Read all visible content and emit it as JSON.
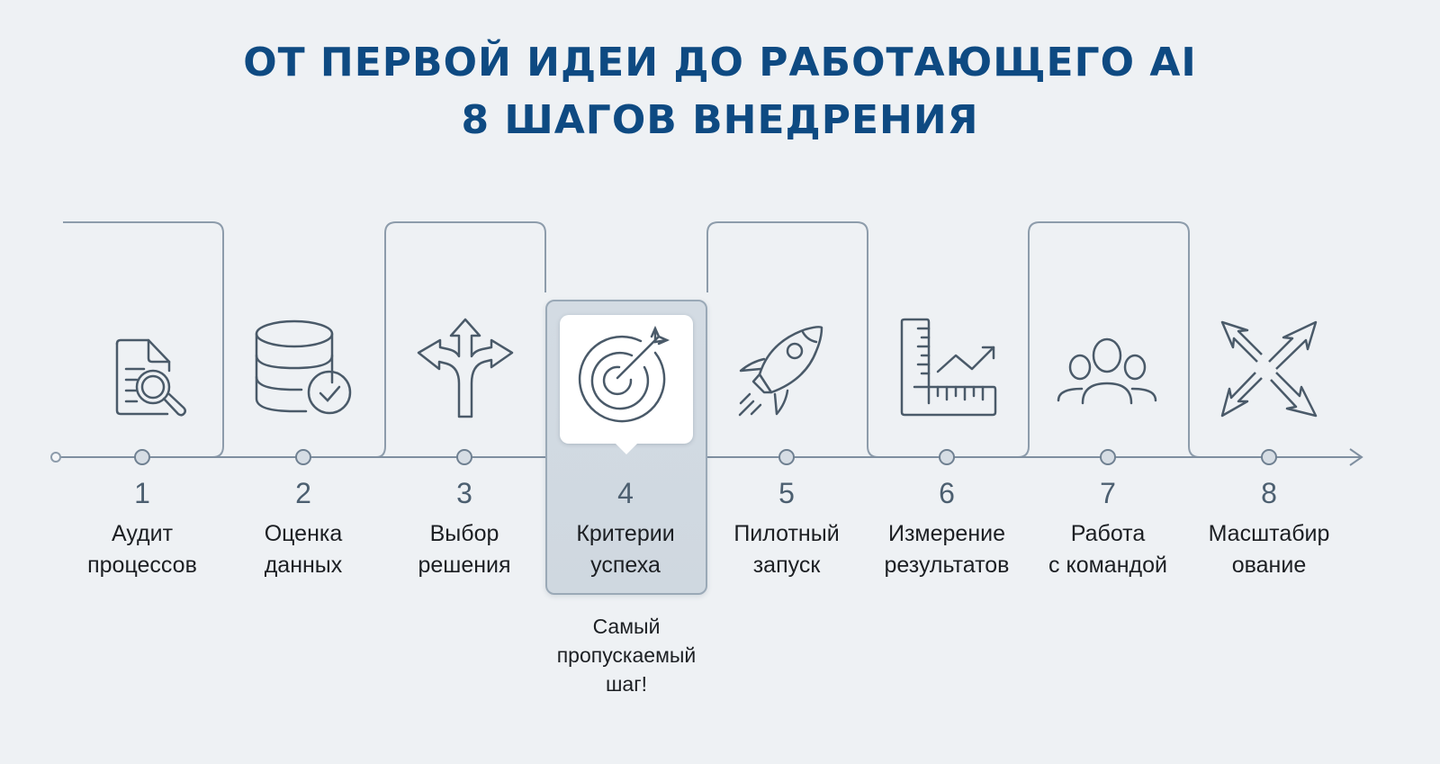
{
  "title": {
    "line1": "ОТ ПЕРВОЙ ИДЕИ ДО РАБОТАЮЩЕГО AI",
    "line2": "8 ШАГОВ ВНЕДРЕНИЯ"
  },
  "colors": {
    "title": "#0e4a82",
    "background": "#eef1f4",
    "line": "#8596a6",
    "icon": "#4a5a69",
    "highlight_box": "#d3dbe3"
  },
  "steps": [
    {
      "number": "1",
      "line1": "Аудит",
      "line2": "процессов",
      "icon": "document-search-icon"
    },
    {
      "number": "2",
      "line1": "Оценка",
      "line2": "данных",
      "icon": "database-check-icon"
    },
    {
      "number": "3",
      "line1": "Выбор",
      "line2": "решения",
      "icon": "split-arrows-icon"
    },
    {
      "number": "4",
      "line1": "Критерии",
      "line2": "успеха",
      "icon": "target-arrow-icon",
      "highlighted": true
    },
    {
      "number": "5",
      "line1": "Пилотный",
      "line2": "запуск",
      "icon": "rocket-icon"
    },
    {
      "number": "6",
      "line1": "Измерение",
      "line2": "результатов",
      "icon": "ruler-chart-icon"
    },
    {
      "number": "7",
      "line1": "Работа",
      "line2": "с командой",
      "icon": "team-icon"
    },
    {
      "number": "8",
      "line1": "Масштабир",
      "line2": "ование",
      "icon": "expand-arrows-icon"
    }
  ],
  "highlight_note": {
    "line1": "Самый",
    "line2": "пропускаемый",
    "line3": "шаг!"
  }
}
